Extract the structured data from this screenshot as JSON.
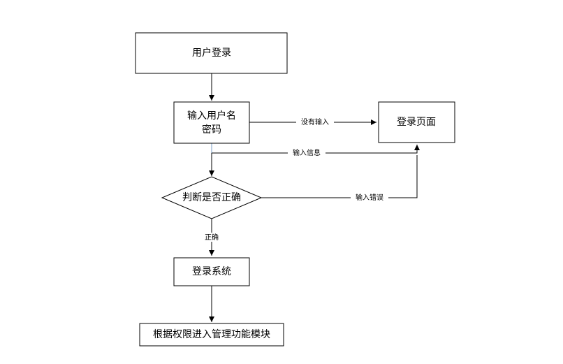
{
  "nodes": {
    "login": {
      "label": "用户登录"
    },
    "input": {
      "line1": "输入用户名",
      "line2": "密码"
    },
    "login_page": {
      "label": "登录页面"
    },
    "check": {
      "label": "判断是否正确"
    },
    "system": {
      "label": "登录系统"
    },
    "modules": {
      "label": "根据权限进入管理功能模块"
    }
  },
  "edges": {
    "no_input": "没有输入",
    "input_info": "输入信息",
    "input_error": "输入错误",
    "correct": "正确"
  },
  "colors": {
    "stroke": "#000000",
    "background": "#ffffff",
    "accent_line": "#7a9cc6"
  }
}
